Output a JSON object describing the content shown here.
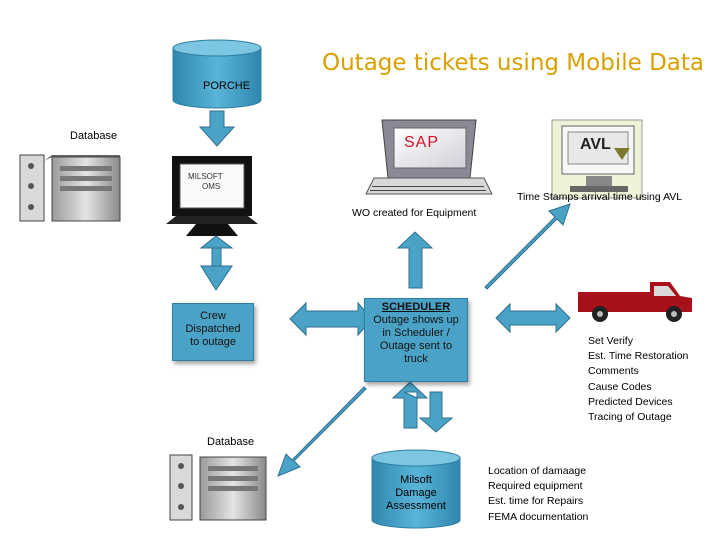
{
  "title": "Outage tickets using Mobile Data",
  "porche": {
    "label": "PORCHE",
    "db_label": "Database"
  },
  "monitor": {
    "line1": "MILSOFT",
    "line2": "OMS"
  },
  "sap": {
    "label": "SAP"
  },
  "avl": {
    "label": "AVL",
    "caption": "Time Stamps arrival time using AVL"
  },
  "wo_caption": "WO created for Equipment",
  "crew_box": {
    "text": "Crew Dispatched to outage"
  },
  "scheduler_box": {
    "heading": "SCHEDULER",
    "text": "Outage shows up in Scheduler / Outage sent to truck"
  },
  "truck_list": [
    "Set Verify",
    "Est. Time Restoration",
    "Comments",
    "Cause Codes",
    "Predicted Devices",
    "Tracing of Outage"
  ],
  "bottom_db_label": "Database",
  "damage_db": {
    "label": "Milsoft Damage Assessment"
  },
  "damage_list": [
    "Location of damaage",
    "Required equipment",
    "Est. time for Repairs",
    "FEMA documentation"
  ],
  "colors": {
    "arrow_fill": "#4aa3c6",
    "arrow_stroke": "#2d6f8f",
    "box_fill": "#4aa3c6",
    "title": "#d9a000",
    "truck_red": "#a8101a"
  }
}
